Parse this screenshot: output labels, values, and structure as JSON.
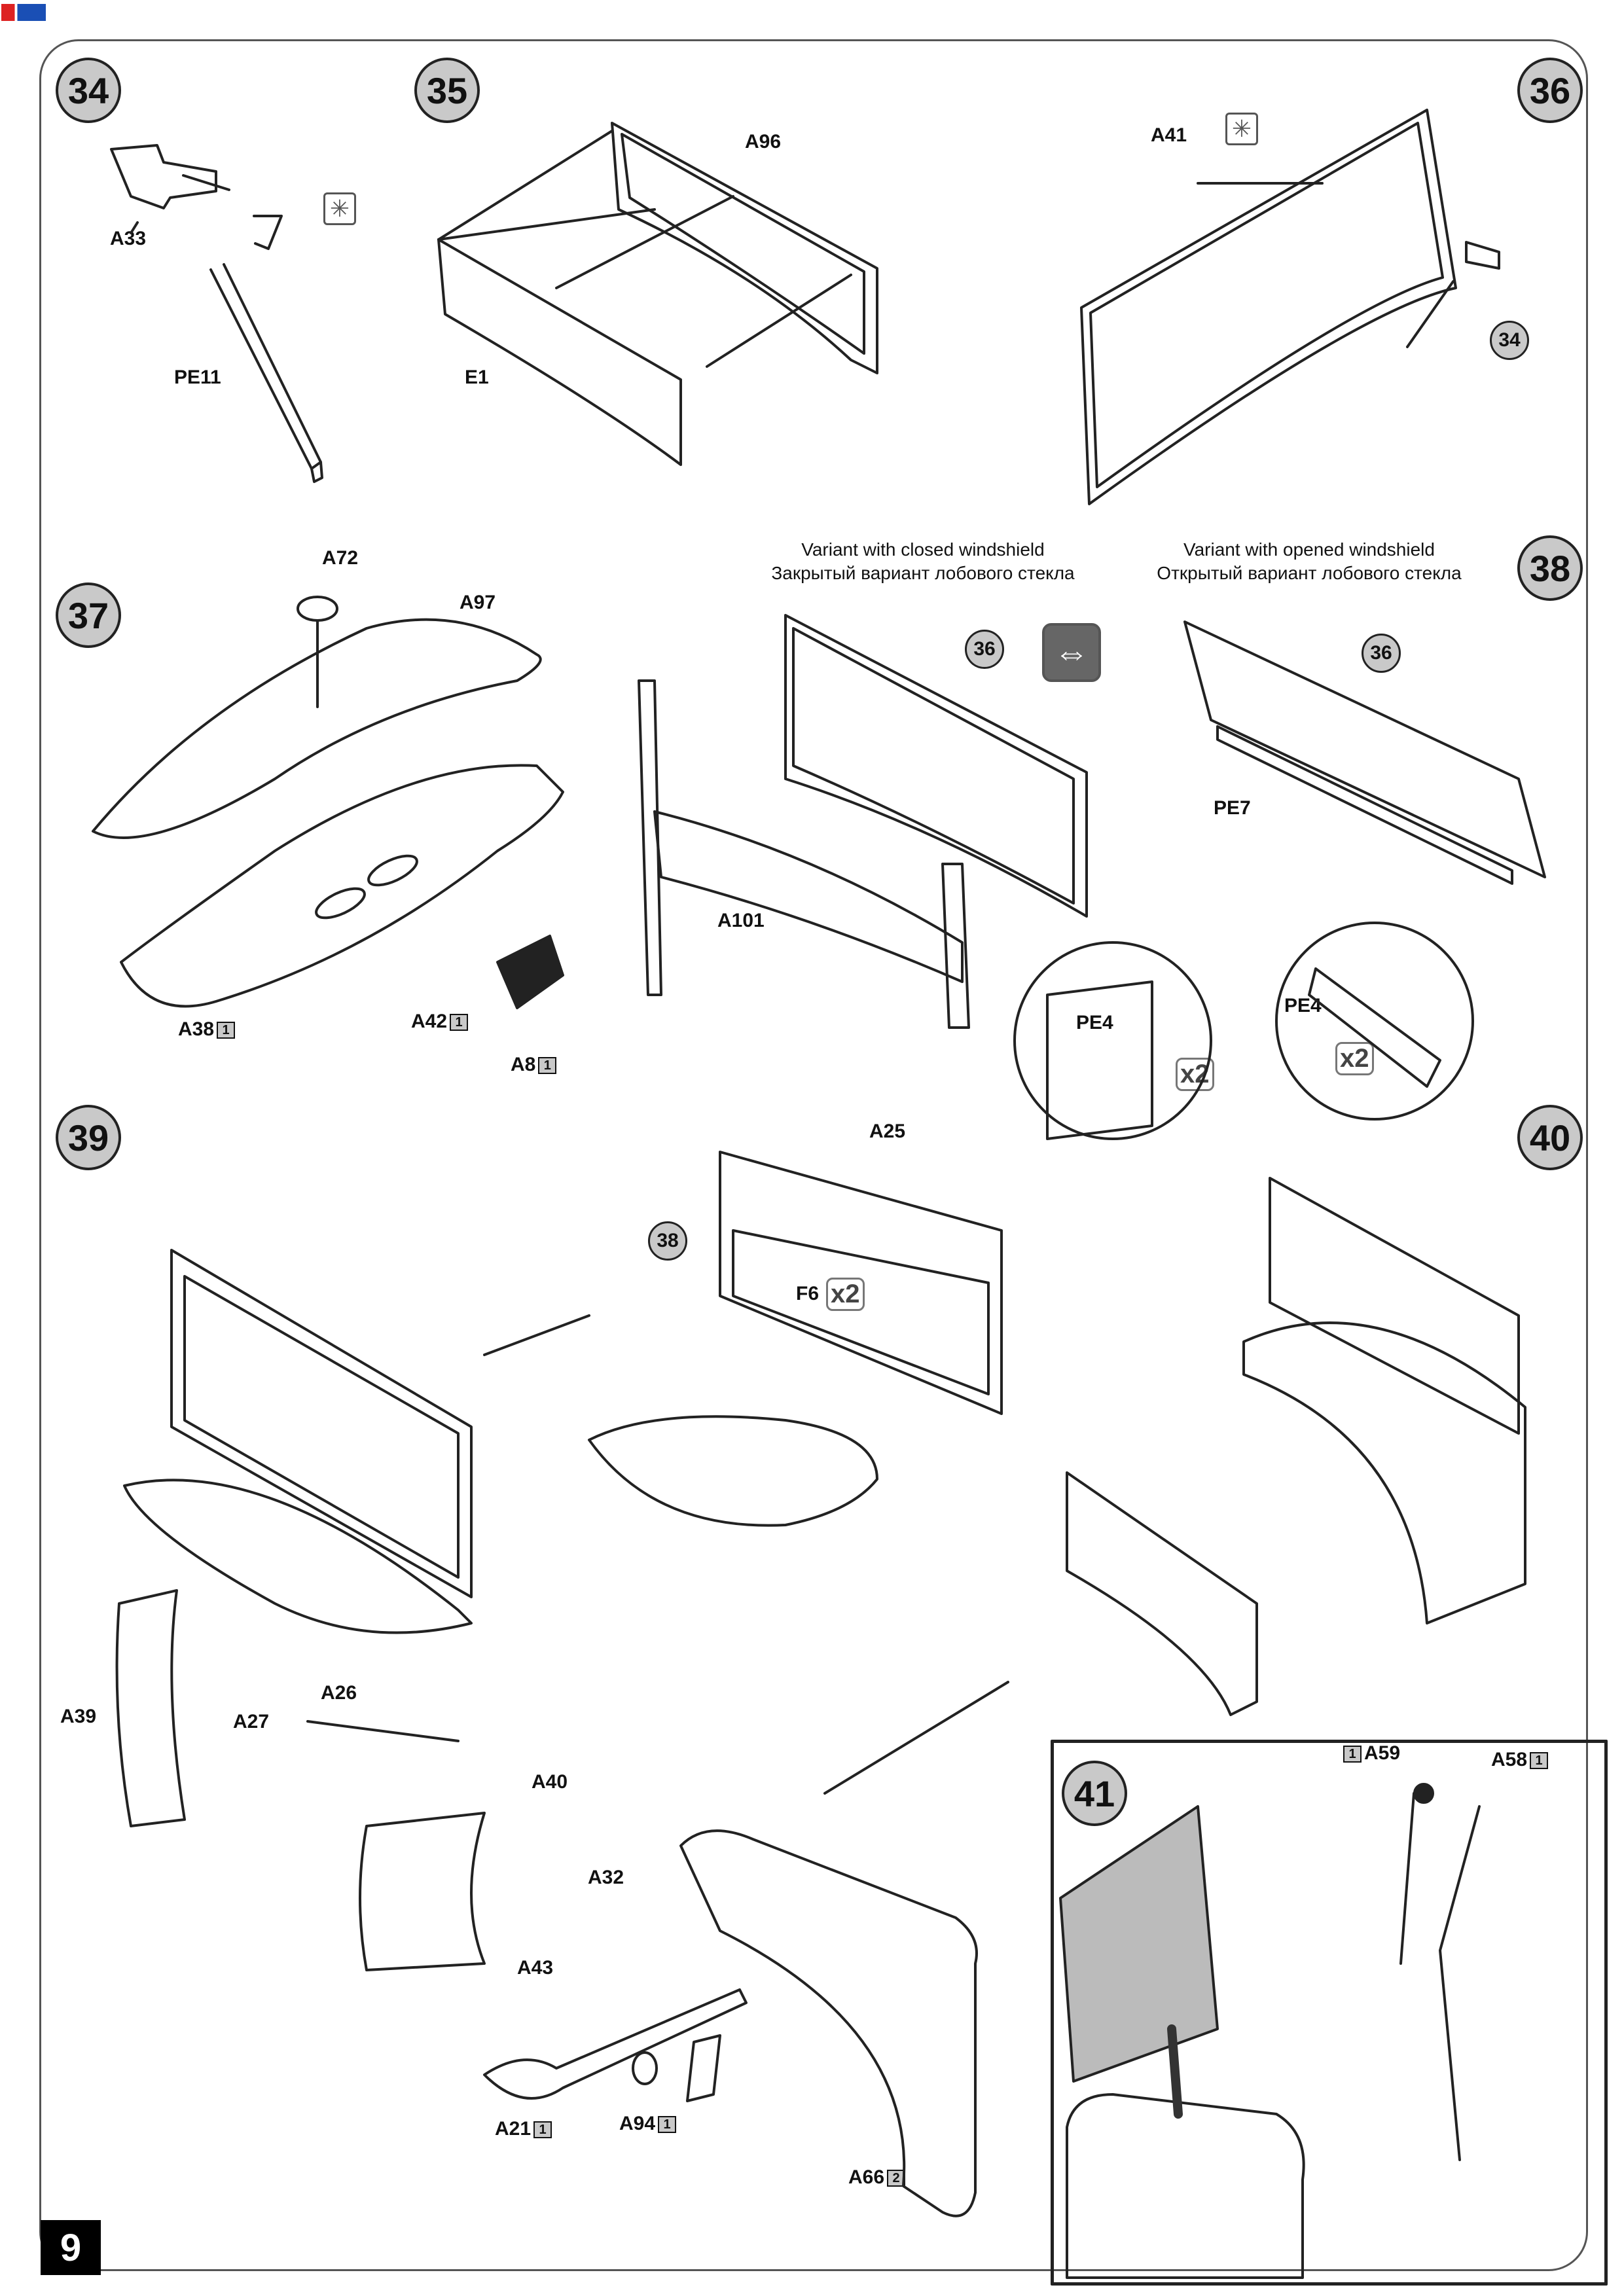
{
  "page": {
    "number": "9"
  },
  "steps": [
    "34",
    "35",
    "36",
    "37",
    "38",
    "39",
    "40",
    "41"
  ],
  "refs": {
    "r34_in_36": "34",
    "r36_closed": "36",
    "r36_open": "36",
    "r38": "38"
  },
  "variants": {
    "closed_en": "Variant with closed windshield",
    "closed_ru": "Закрытый вариант лобового стекла",
    "opened_en": "Variant with opened windshield",
    "opened_ru": "Открытый вариант лобового стекла"
  },
  "parts": {
    "A33": "A33",
    "PE11": "PE11",
    "A96": "A96",
    "E1": "E1",
    "A41": "A41",
    "A72": "A72",
    "A97": "A97",
    "A38": "A38",
    "A42": "A42",
    "A8": "A8",
    "A101": "A101",
    "PE4_closed": "PE4",
    "PE7": "PE7",
    "PE4_open": "PE4",
    "A25": "A25",
    "F6": "F6",
    "A39": "A39",
    "A27": "A27",
    "A26": "A26",
    "A40": "A40",
    "A32": "A32",
    "A43": "A43",
    "A21": "A21",
    "A94": "A94",
    "A66": "A66",
    "A59": "A59",
    "A58": "A58"
  },
  "sprue": {
    "A38": "1",
    "A42": "1",
    "A8": "1",
    "A21": "1",
    "A94": "1",
    "A66": "2",
    "A59": "1",
    "A58": "1"
  },
  "quantities": {
    "pe4_closed": "x2",
    "pe4_open": "x2",
    "f6": "x2"
  },
  "icons": [
    "glue-icon",
    "option-choice-icon"
  ]
}
